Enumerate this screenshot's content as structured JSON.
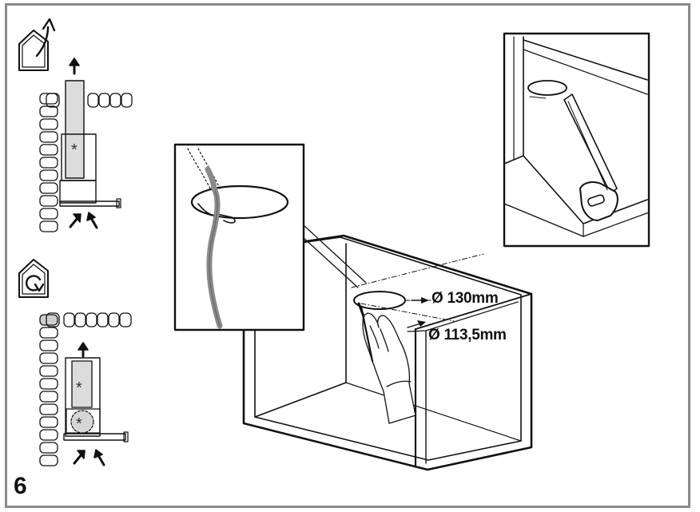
{
  "step_number": "6",
  "dimensions": {
    "outer_diameter": "Ø 130mm",
    "inner_diameter": "Ø 113,5mm"
  },
  "symbols": {
    "filter_marker": "*"
  },
  "icons": {
    "ducted_mode": "house-with-outlet-arrow-icon",
    "recirculation_mode": "house-with-recirculation-arrow-icon"
  }
}
